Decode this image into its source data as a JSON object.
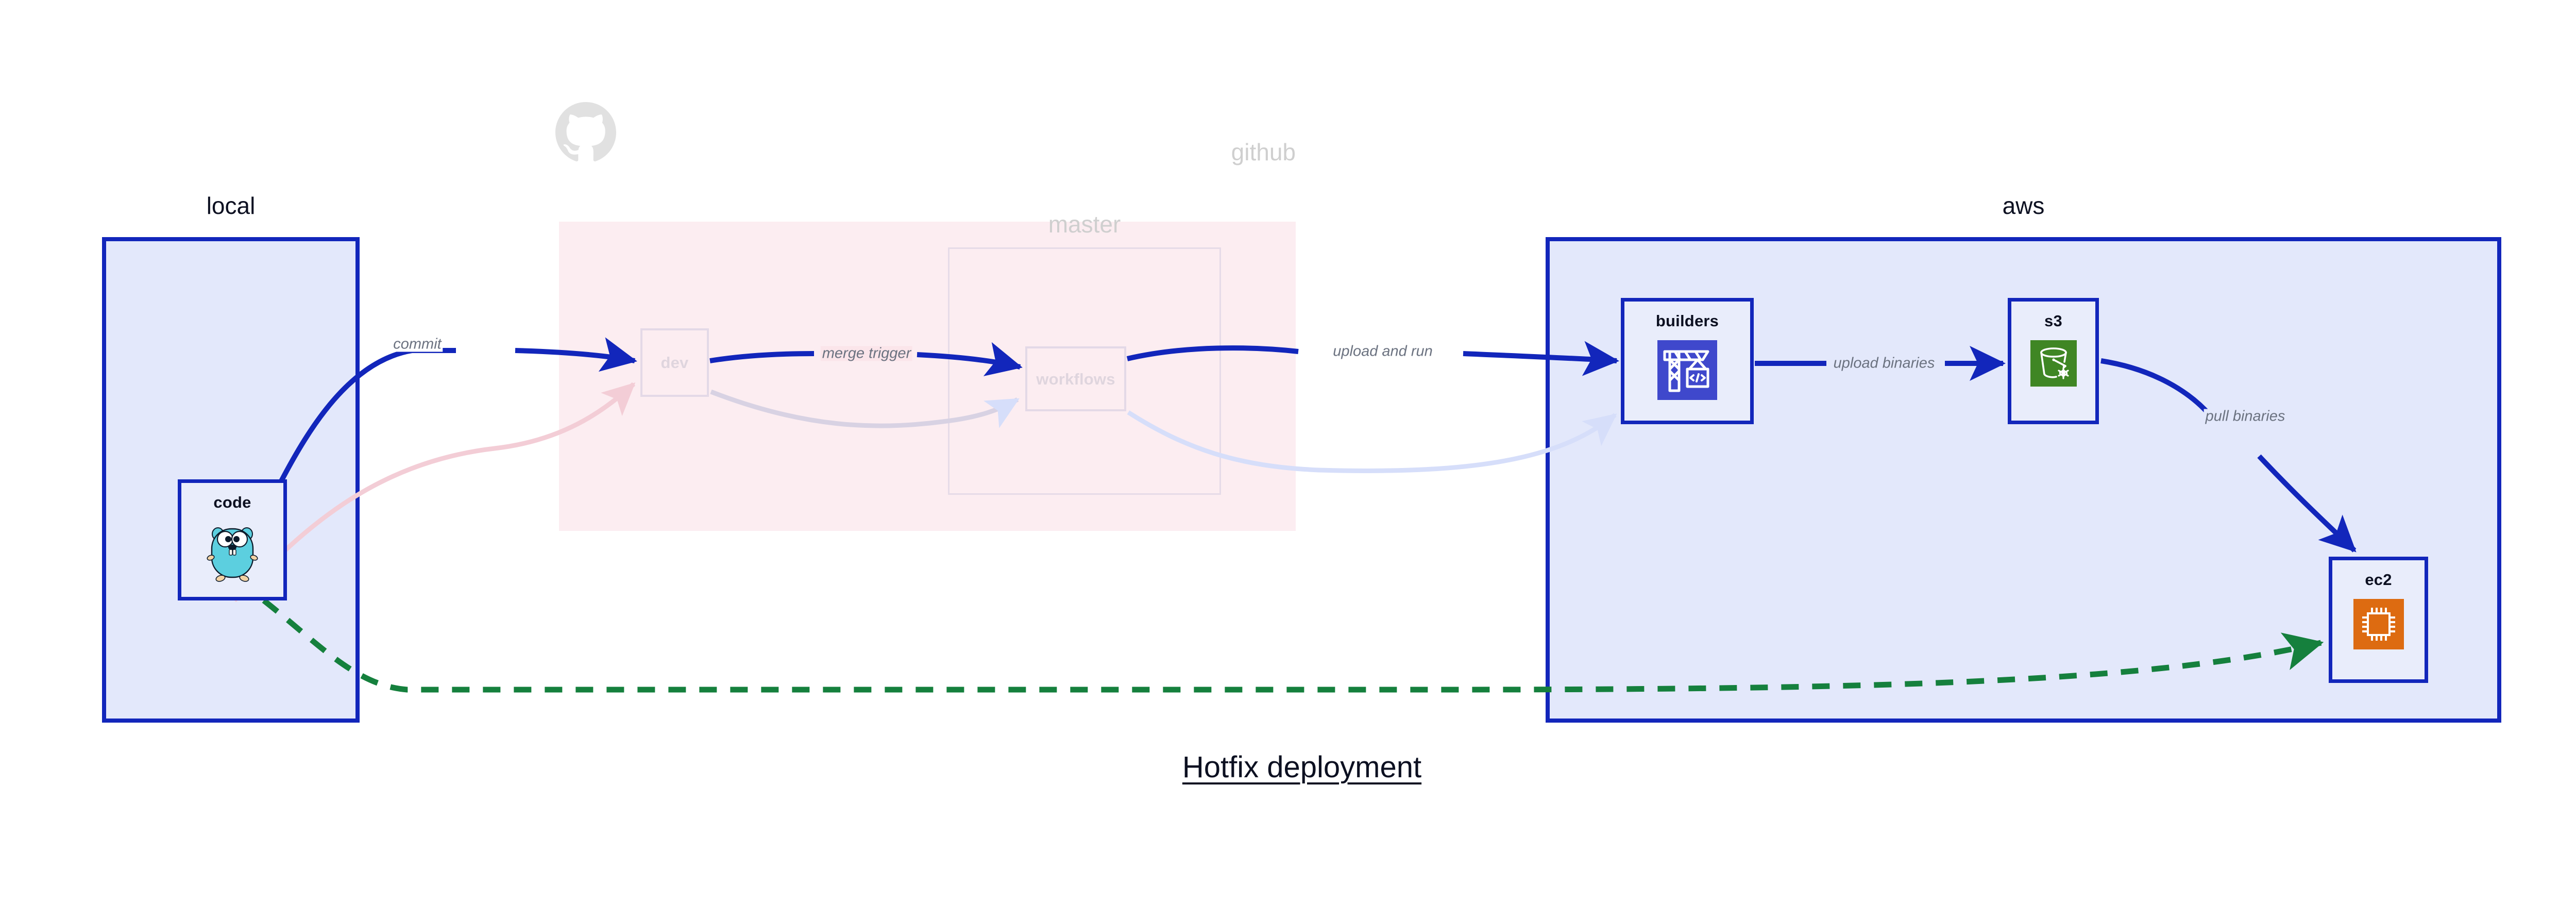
{
  "diagram": {
    "title": "Hotfix deployment",
    "colors": {
      "node_border": "#1226bb",
      "node_fill": "#e9edfb",
      "group_local_fill": "#e3e8fb",
      "group_aws_fill": "#e3e8fb",
      "group_github_fill": "#fadfe5",
      "edge_active": "#1226bb",
      "edge_dashed": "#15803d",
      "edge_faded_pink": "#f3cdd6",
      "edge_faded_blue": "#d6defa",
      "label_text": "#6b7280",
      "faded_text": "#cfcfcf",
      "builders_icon_bg": "#3f48cc",
      "s3_icon_bg": "#3f8624",
      "ec2_icon_bg": "#dd6b11",
      "gopher_body": "#5ccfdf"
    }
  },
  "groups": [
    {
      "id": "local",
      "label": "local",
      "faded": false
    },
    {
      "id": "github",
      "label": "github",
      "faded": true
    },
    {
      "id": "master",
      "label": "master",
      "faded": true
    },
    {
      "id": "aws",
      "label": "aws",
      "faded": false
    }
  ],
  "nodes": [
    {
      "id": "code",
      "label": "code",
      "icon": "go-gopher-icon",
      "faded": false,
      "group": "local"
    },
    {
      "id": "dev",
      "label": "dev",
      "icon": null,
      "faded": true,
      "group": "github"
    },
    {
      "id": "workflows",
      "label": "workflows",
      "icon": null,
      "faded": true,
      "group": "master"
    },
    {
      "id": "builders",
      "label": "builders",
      "icon": "aws-codebuild-icon",
      "faded": false,
      "group": "aws"
    },
    {
      "id": "s3",
      "label": "s3",
      "icon": "aws-s3-glacier-icon",
      "faded": false,
      "group": "aws"
    },
    {
      "id": "ec2",
      "label": "ec2",
      "icon": "aws-ec2-chip-icon",
      "faded": false,
      "group": "aws"
    }
  ],
  "edges": [
    {
      "id": "commit",
      "from": "code",
      "to": "dev",
      "label": "commit",
      "style": "solid",
      "state": "active"
    },
    {
      "id": "merge-trigger",
      "from": "dev",
      "to": "workflows",
      "label": "merge trigger",
      "style": "solid",
      "state": "active"
    },
    {
      "id": "upload-and-run",
      "from": "workflows",
      "to": "builders",
      "label": "upload and run",
      "style": "solid",
      "state": "active"
    },
    {
      "id": "upload-binaries",
      "from": "builders",
      "to": "s3",
      "label": "upload binaries",
      "style": "solid",
      "state": "active"
    },
    {
      "id": "pull-binaries",
      "from": "s3",
      "to": "ec2",
      "label": "pull binaries",
      "style": "solid",
      "state": "active"
    },
    {
      "id": "hotfix-direct",
      "from": "code",
      "to": "ec2",
      "label": "",
      "style": "dashed",
      "state": "highlight"
    },
    {
      "id": "faded-code-dev",
      "from": "code",
      "to": "dev",
      "label": "",
      "style": "solid",
      "state": "faded"
    },
    {
      "id": "faded-dev-workflows",
      "from": "dev",
      "to": "workflows",
      "label": "",
      "style": "solid",
      "state": "faded"
    },
    {
      "id": "faded-wf-builders",
      "from": "workflows",
      "to": "builders",
      "label": "",
      "style": "solid",
      "state": "faded"
    }
  ],
  "logos": [
    {
      "id": "github-octocat",
      "name": "github-logo-icon",
      "faded": true
    }
  ]
}
